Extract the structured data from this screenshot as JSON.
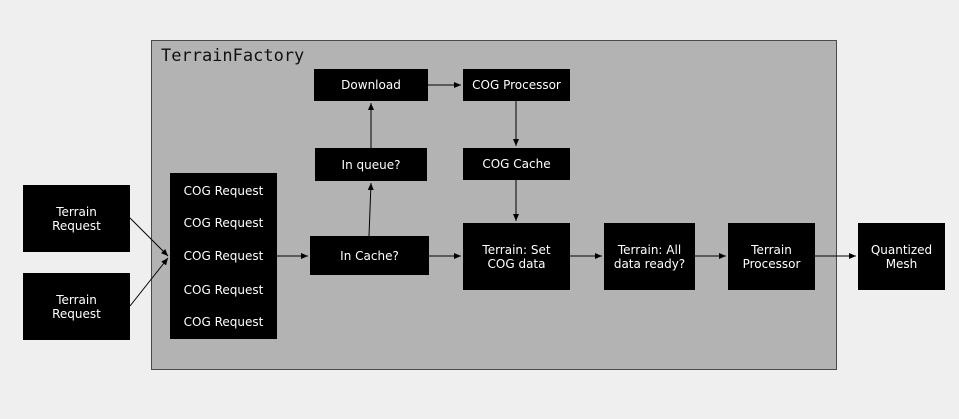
{
  "container": {
    "title": "TerrainFactory"
  },
  "nodes": {
    "terrain_request_1": "Terrain\nRequest",
    "terrain_request_2": "Terrain\nRequest",
    "cog_requests": [
      "COG Request",
      "COG Request",
      "COG Request",
      "COG Request",
      "COG Request"
    ],
    "in_cache": "In Cache?",
    "in_queue": "In queue?",
    "download": "Download",
    "cog_processor": "COG Processor",
    "cog_cache": "COG Cache",
    "set_cog_data": "Terrain: Set\nCOG data",
    "all_data_ready": "Terrain: All\ndata ready?",
    "terrain_processor": "Terrain\nProcessor",
    "quantized_mesh": "Quantized\nMesh"
  },
  "colors": {
    "background": "#efefef",
    "container": "#b3b3b3",
    "node": "#000000",
    "node_text": "#ffffff",
    "edge": "#000000"
  }
}
